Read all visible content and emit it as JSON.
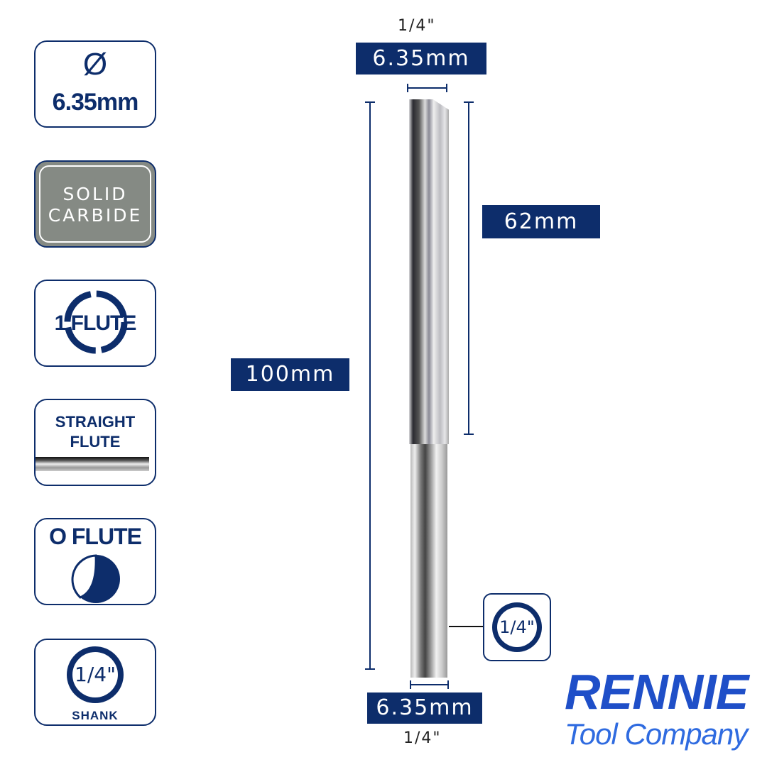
{
  "badges": {
    "diameter": {
      "symbol": "Ø",
      "value": "6.35mm"
    },
    "material": {
      "line1": "SOLID",
      "line2": "CARBIDE"
    },
    "flutes": {
      "text": "1 FLUTE"
    },
    "flute_type": {
      "line1": "STRAIGHT",
      "line2": "FLUTE"
    },
    "flute_shape": {
      "text": "O FLUTE"
    },
    "shank": {
      "value": "1/4\"",
      "label": "SHANK"
    }
  },
  "dimensions": {
    "cut_diameter_in": "1/4\"",
    "cut_diameter_mm": "6.35mm",
    "cut_length": "62mm",
    "overall_length": "100mm",
    "shank_diameter_mm": "6.35mm",
    "shank_diameter_in": "1/4\"",
    "shank_callout": "1/4\""
  },
  "logo": {
    "brand": "RENNIE",
    "sub": "Tool Company"
  },
  "colors": {
    "navy": "#0d2d6b",
    "logo_blue": "#1f4fc8",
    "logo_light": "#2f6be0",
    "carbide_gray": "#858a84"
  }
}
